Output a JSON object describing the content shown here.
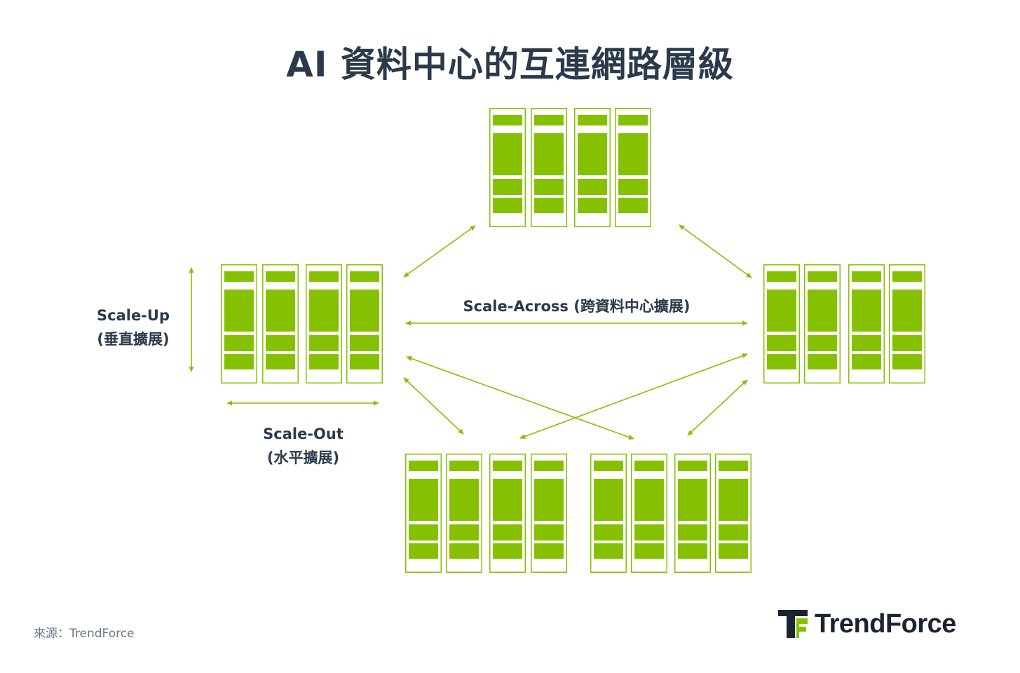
{
  "title": "AI 資料中心的互連網路層級",
  "labels": {
    "scale_up_line1": "Scale-Up",
    "scale_up_line2": "(垂直擴展)",
    "scale_out_line1": "Scale-Out",
    "scale_out_line2": "(水平擴展)",
    "scale_across": "Scale-Across (跨資料中心擴展)"
  },
  "footer": {
    "source": "來源：TrendForce",
    "brand": "TrendForce"
  },
  "colors": {
    "green": "#85c100",
    "title": "#2b3a4b",
    "source": "#6b7785",
    "brand": "#1c2330"
  }
}
